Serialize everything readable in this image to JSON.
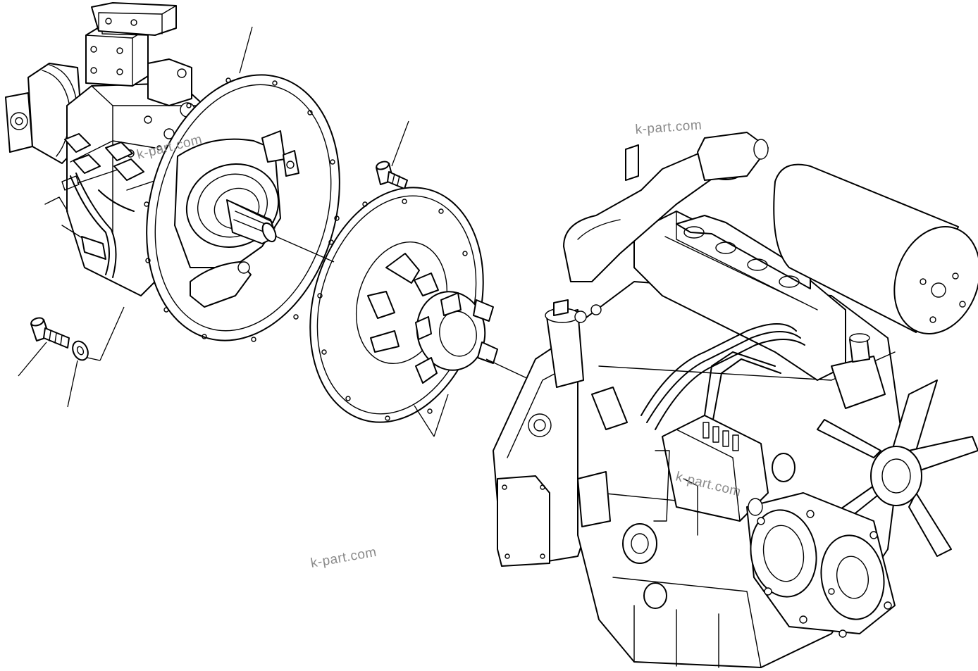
{
  "watermarks": [
    {
      "id": "wm-pump",
      "text": "k-part.com"
    },
    {
      "id": "wm-engine-top",
      "text": "k-part.com"
    },
    {
      "id": "wm-engine-mid",
      "text": "k-part.com"
    },
    {
      "id": "wm-bottom",
      "text": "k-part.com"
    }
  ],
  "colors": {
    "line": "#000000",
    "background": "#ffffff",
    "watermark": "#8a8a8a"
  },
  "parts": [
    {
      "name": "hydraulic-pump-assembly",
      "icon": "pump-icon"
    },
    {
      "name": "flywheel-housing",
      "icon": "housing-icon"
    },
    {
      "name": "coupling-flange",
      "icon": "flange-icon"
    },
    {
      "name": "rubber-coupling",
      "icon": "coupling-icon"
    },
    {
      "name": "mounting-bolt",
      "icon": "bolt-icon"
    },
    {
      "name": "washer",
      "icon": "washer-icon"
    },
    {
      "name": "diesel-engine",
      "icon": "engine-icon"
    }
  ]
}
